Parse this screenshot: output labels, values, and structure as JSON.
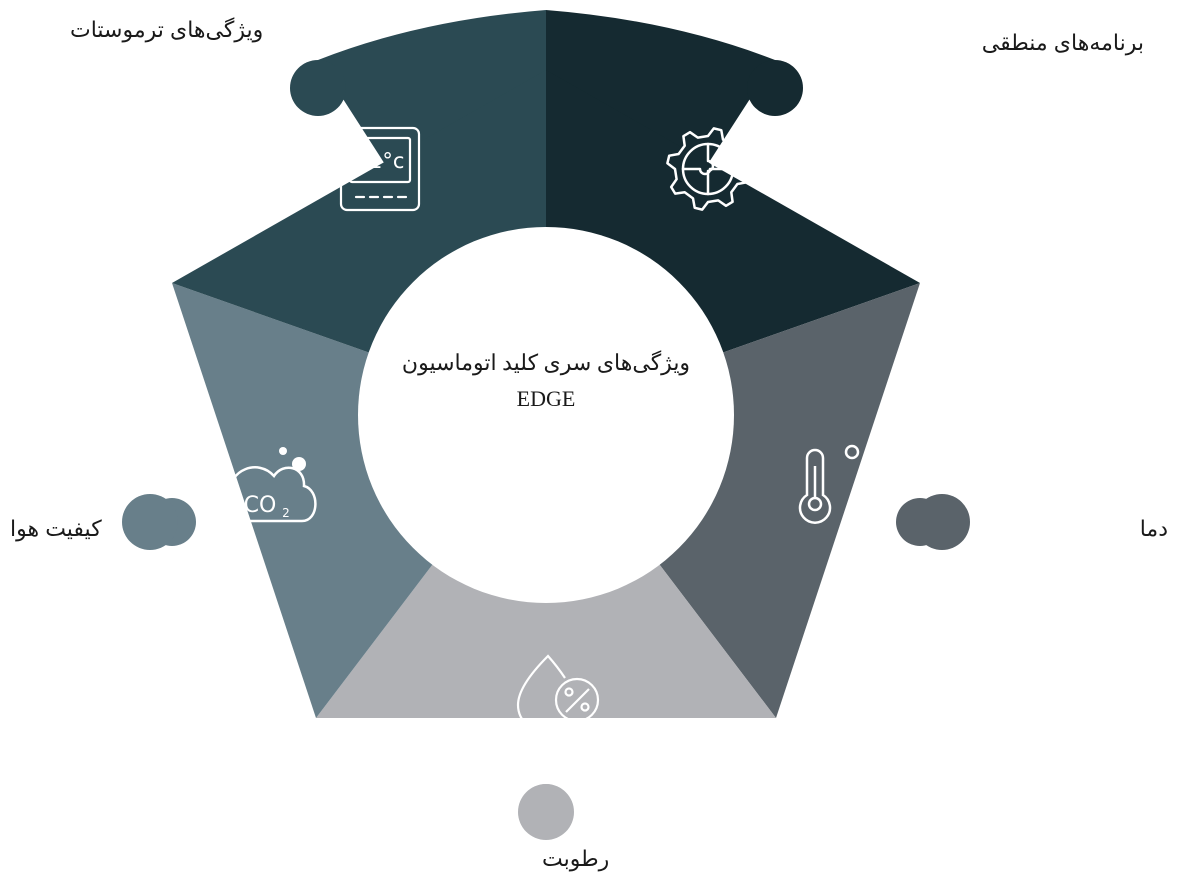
{
  "center": {
    "title": "ویژگی‌های سری کلید اتوماسیون",
    "subtitle": "EDGE"
  },
  "segments": [
    {
      "label": "برنامه‌های منطقی",
      "color": "#152a31",
      "icon": "gear-puzzle-icon"
    },
    {
      "label": "دما",
      "color": "#5a636a",
      "icon": "thermometer-icon"
    },
    {
      "label": "رطوبت",
      "color": "#b1b2b6",
      "icon": "humidity-drop-icon"
    },
    {
      "label": "کیفیت هوا",
      "color": "#687f8a",
      "icon": "co2-cloud-icon"
    },
    {
      "label": "ویژگی‌های ترموستات",
      "color": "#2b4a53",
      "icon": "thermostat-display-icon"
    }
  ],
  "thermostat_display": "21°c"
}
